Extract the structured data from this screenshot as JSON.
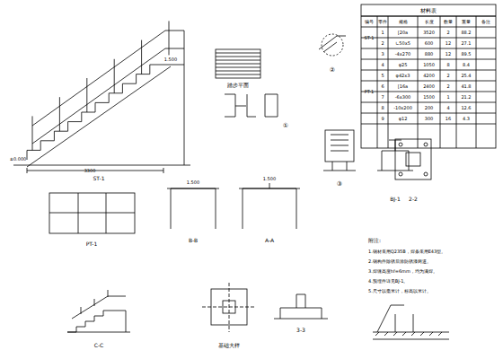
{
  "diagram": {
    "labels": [
      "ST-1",
      "3300",
      "±0.000",
      "1.500",
      "踏步平面",
      "①",
      "②",
      "③",
      "BJ-1",
      "2-2",
      "PT-1",
      "B-B",
      "1.500",
      "A-A",
      "1.500",
      "C-C",
      "基础大样",
      "3-3",
      "附注:",
      "1.钢材采用Q235B，焊条采用E43型。",
      "2.钢构件除锈后涂防锈漆两道。",
      "3.焊缝高度hf=6mm，均为满焊。",
      "4.预埋件详见BJ-1。",
      "5.尺寸以毫米计，标高以米计。",
      "材料表",
      "编号",
      "零件",
      "规格",
      "长度",
      "数量",
      "重量",
      "备注",
      "ST-1",
      "PT-1",
      "1",
      "[20a",
      "3520",
      "2",
      "88.2",
      "2",
      "∟50x5",
      "600",
      "12",
      "27.1",
      "3",
      "-4x270",
      "880",
      "12",
      "89.5",
      "4",
      "φ25",
      "1050",
      "8",
      "8.4",
      "5",
      "φ42x3",
      "4200",
      "2",
      "25.4",
      "6",
      "[16a",
      "2400",
      "2",
      "41.8",
      "7",
      "-6x300",
      "1500",
      "1",
      "21.2",
      "8",
      "-10x200",
      "200",
      "4",
      "12.6",
      "9",
      "φ12",
      "300",
      "16",
      "4.3"
    ]
  }
}
